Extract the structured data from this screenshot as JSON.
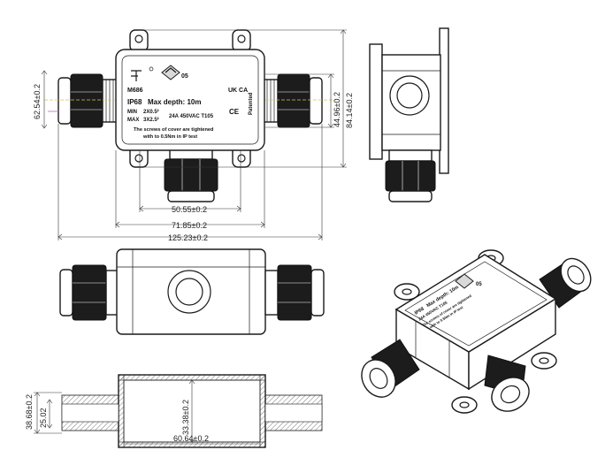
{
  "label": {
    "model": "M686",
    "ip": "IP68",
    "depth": "Max depth: 10m",
    "min_lbl": "MIN",
    "min_val": "2X0.5²",
    "max_lbl": "MAX",
    "max_val": "3X2.5²",
    "rating": "24A 450VAC T105",
    "screws_1": "The screws of cover are tightened",
    "screws_2": "with to 0.5Nm in IP test",
    "patented": "Patented",
    "ukca": "UK CA",
    "ce": "CE",
    "logo_num": "05"
  },
  "dims": {
    "h_62": "62.54±0.2",
    "h_44": "44.96±0.2",
    "h_84": "84.14±0.2",
    "w_50": "50.55±0.2",
    "w_71": "71.85±0.2",
    "w_125": "125.23±0.2",
    "h_38": "38.68±0.2",
    "h_25": "25.02",
    "h_33": "33.38±0.2",
    "w_60": "60.64±0.2"
  }
}
